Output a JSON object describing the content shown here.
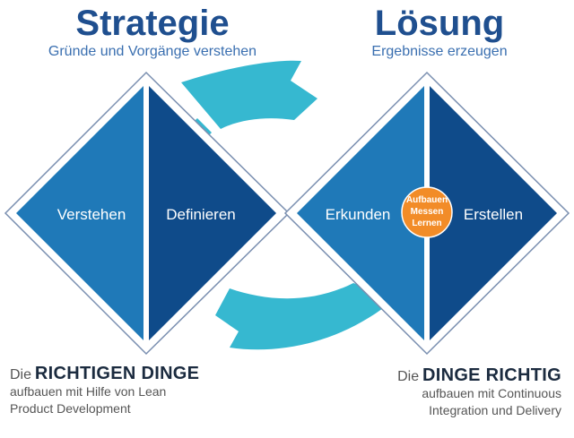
{
  "strategy": {
    "title": "Strategie",
    "subtitle": "Gründe und Vorgänge verstehen",
    "left_label": "Verstehen",
    "right_label": "Definieren"
  },
  "solution": {
    "title": "Lösung",
    "subtitle": "Ergebnisse erzeugen",
    "left_label": "Erkunden",
    "right_label": "Erstellen"
  },
  "badge": {
    "line1": "Aufbauen",
    "line2": "Messen",
    "line3": "Lernen"
  },
  "captions": {
    "left": {
      "lead": "Die",
      "strong": "RICHTIGEN DINGE",
      "line1": "aufbauen mit Hilfe von Lean",
      "line2": "Product Development"
    },
    "right": {
      "lead": "Die",
      "strong": "DINGE RICHTIG",
      "line1": "aufbauen mit Continuous",
      "line2": "Integration und Delivery"
    }
  },
  "colors": {
    "diamond_light": "#1f79b8",
    "diamond_dark": "#0f4b8a",
    "arrow": "#36b8d0",
    "badge": "#f28c28",
    "title": "#1f4f8f",
    "subtitle": "#3a6fb0"
  }
}
